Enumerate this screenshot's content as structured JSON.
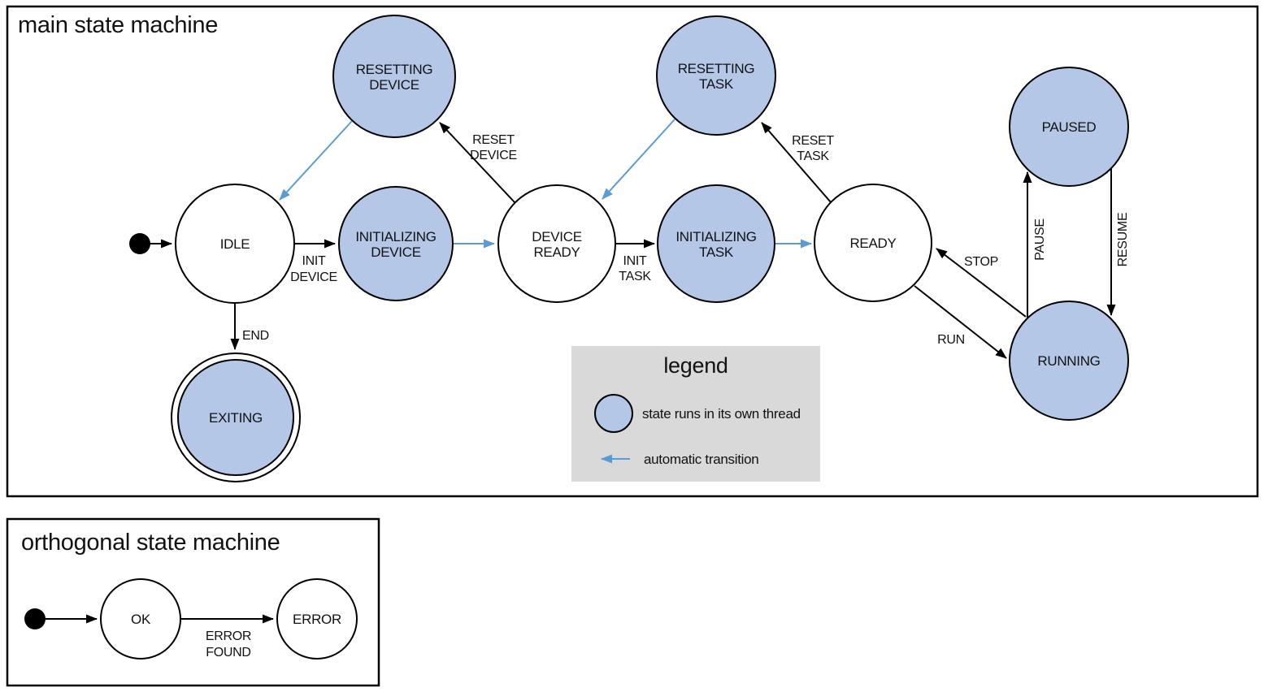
{
  "colors": {
    "ink": "#000000",
    "background": "#ffffff",
    "thread_state_fill": "#b4c7e7",
    "auto_transition": "#5b9bd5",
    "legend_bg": "#d9d9d9"
  },
  "main_machine": {
    "title": "main state machine",
    "states": {
      "idle": "IDLE",
      "resetting_device": [
        "RESETTING",
        "DEVICE"
      ],
      "initializing_device": [
        "INITIALIZING",
        "DEVICE"
      ],
      "device_ready": [
        "DEVICE",
        "READY"
      ],
      "resetting_task": [
        "RESETTING",
        "TASK"
      ],
      "initializing_task": [
        "INITIALIZING",
        "TASK"
      ],
      "ready": "READY",
      "paused": "PAUSED",
      "running": "RUNNING",
      "exiting": "EXITING"
    },
    "transitions": {
      "init_device": [
        "INIT",
        "DEVICE"
      ],
      "reset_device": [
        "RESET",
        "DEVICE"
      ],
      "init_task": [
        "INIT",
        "TASK"
      ],
      "reset_task": [
        "RESET",
        "TASK"
      ],
      "stop": "STOP",
      "run": "RUN",
      "pause": "PAUSE",
      "resume": "RESUME",
      "end": "END"
    }
  },
  "legend": {
    "title": "legend",
    "items": [
      {
        "symbol": "thread-state-circle",
        "label": "state runs in its own thread"
      },
      {
        "symbol": "auto-transition-arrow",
        "label": "automatic transition"
      }
    ]
  },
  "orthogonal_machine": {
    "title": "orthogonal state machine",
    "states": {
      "ok": "OK",
      "error": "ERROR"
    },
    "transitions": {
      "error_found": [
        "ERROR",
        "FOUND"
      ]
    }
  }
}
